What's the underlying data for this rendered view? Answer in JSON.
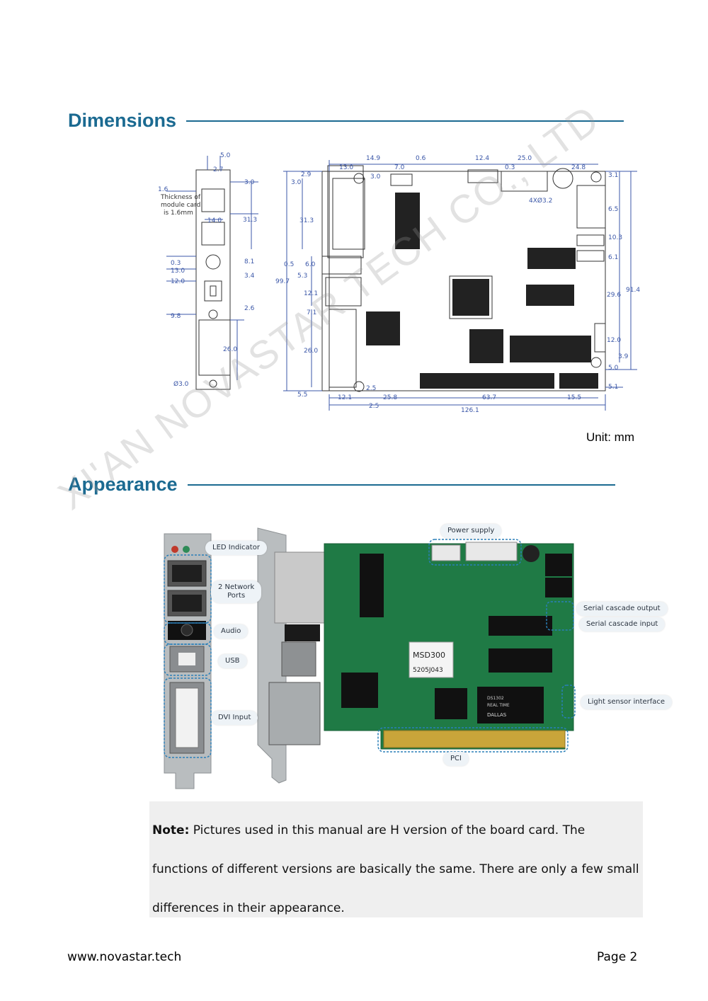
{
  "sections": {
    "dimensions": "Dimensions",
    "appearance": "Appearance"
  },
  "drawing": {
    "side_note": [
      "Thickness of",
      "module card",
      "is 1.6mm"
    ],
    "side_dims": [
      "5.0",
      "2.7",
      "1.6",
      "3.0",
      "14.0",
      "31.3",
      "8.1",
      "0.3",
      "13.0",
      "3.4",
      "12.0",
      "2.6",
      "9.8",
      "26.0",
      "Ø3.0"
    ],
    "board_dims": [
      "14.9",
      "0.6",
      "13.0",
      "7.0",
      "2.9",
      "3.0",
      "3.0",
      "31.3",
      "0.5",
      "6.0",
      "5.3",
      "99.7",
      "12.1",
      "7.1",
      "26.0",
      "5.5",
      "12.1",
      "2.5",
      "25.8",
      "2.5",
      "63.7",
      "15.5",
      "126.1",
      "12.4",
      "25.0",
      "0.3",
      "24.8",
      "3.1",
      "6.5",
      "10.3",
      "6.1",
      "91.4",
      "29.6",
      "12.0",
      "3.9",
      "5.0",
      "5.1",
      "4XØ3.2"
    ]
  },
  "unit_label": "Unit: mm",
  "callouts": {
    "led": "LED Indicator",
    "network": [
      "2 Network",
      "Ports"
    ],
    "audio": "Audio",
    "usb": "USB",
    "dvi": "DVI Input",
    "power": "Power supply",
    "cascade_out": "Serial cascade output",
    "cascade_in": "Serial cascade input",
    "light": "Light sensor interface",
    "pci": "PCI"
  },
  "board_labels": {
    "model": "MSD300",
    "serial": "5205J043",
    "chip": [
      "DS1302",
      "REAL TIME",
      "DALLAS"
    ]
  },
  "watermark": "XI'AN NOVASTAR TECH CO., LTD",
  "note": {
    "label": "Note:",
    "text": " Pictures used in this manual are H version of the board card. The functions of different versions are basically the same. There are only a few small differences in their appearance."
  },
  "footer": {
    "url": "www.novastar.tech",
    "page": "Page 2"
  }
}
